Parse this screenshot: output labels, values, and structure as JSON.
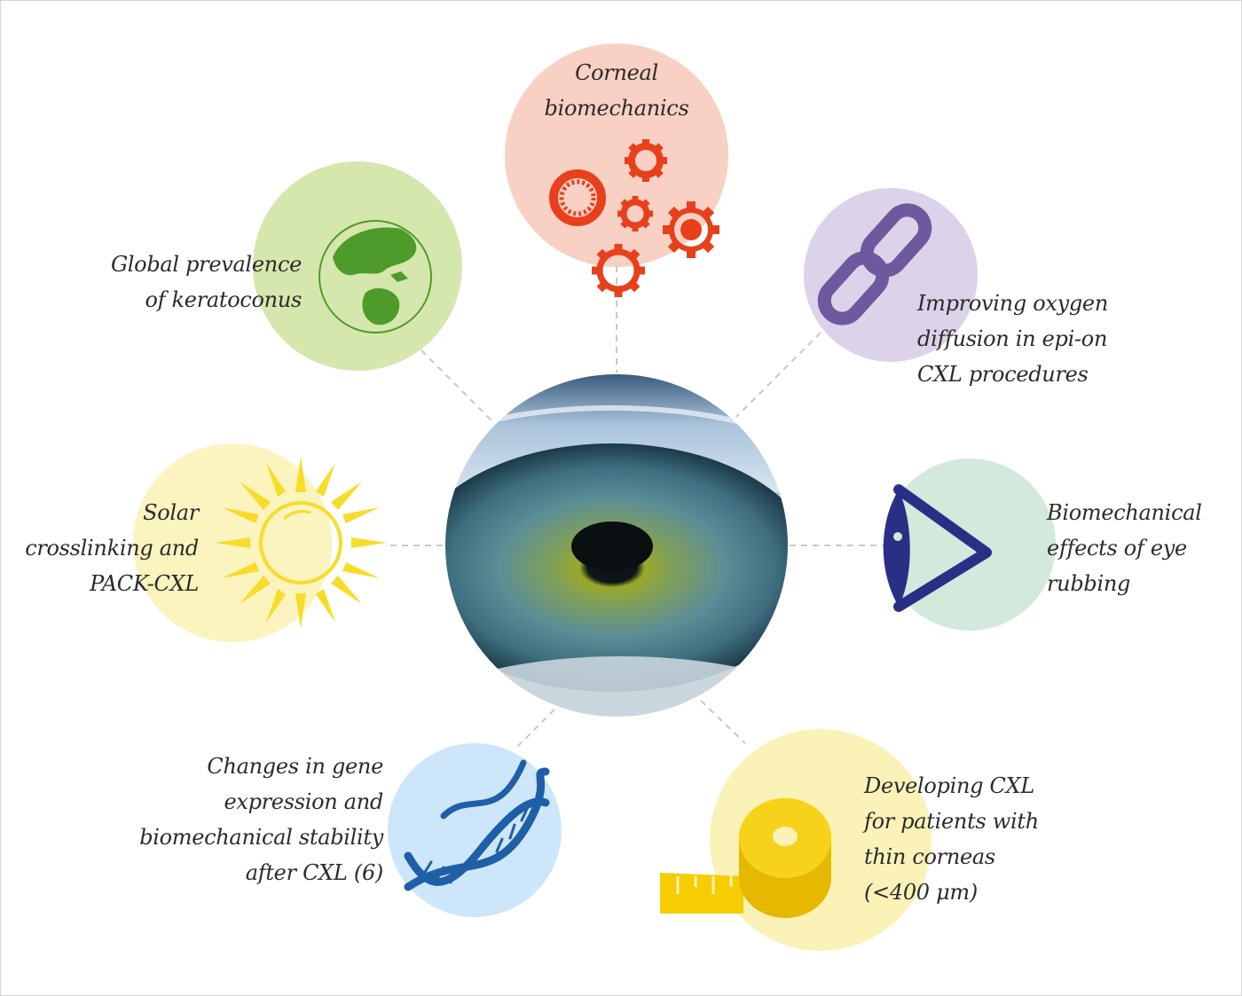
{
  "topics": [
    {
      "id": "corneal",
      "lines": [
        "Corneal",
        "biomechanics"
      ],
      "icon": "gears-icon",
      "color": "#e8401c",
      "bg": "#f8d0c4"
    },
    {
      "id": "oxygen",
      "lines": [
        "Improving oxygen",
        "diffusion in epi-on",
        "CXL procedures"
      ],
      "icon": "chain-link-icon",
      "color": "#6d5a9e",
      "bg": "#dcd3ea"
    },
    {
      "id": "rubbing",
      "lines": [
        "Biomechanical",
        "effects of eye",
        "rubbing"
      ],
      "icon": "eye-icon",
      "color": "#2a2f86",
      "bg": "#d2e9dc"
    },
    {
      "id": "thin",
      "lines": [
        "Developing CXL",
        "for patients with",
        "thin corneas",
        "(<400 μm)"
      ],
      "icon": "measuring-tape-icon",
      "color": "#f5cd00",
      "bg": "#fbf2b8"
    },
    {
      "id": "gene",
      "lines": [
        "Changes in gene",
        "expression and",
        "biomechanical stability",
        "after CXL (6)"
      ],
      "icon": "dna-icon",
      "color": "#1f5fa8",
      "bg": "#cde6f9"
    },
    {
      "id": "solar",
      "lines": [
        "Solar",
        "crosslinking and",
        "PACK-CXL"
      ],
      "icon": "sun-icon",
      "color": "#f7dc2a",
      "bg": "#fbf4be"
    },
    {
      "id": "global",
      "lines": [
        "Global prevalence",
        "of keratoconus"
      ],
      "icon": "globe-icon",
      "color": "#4e9a2a",
      "bg": "#d5e7ad"
    }
  ],
  "center": {
    "icon": "eye-cornea-image"
  }
}
